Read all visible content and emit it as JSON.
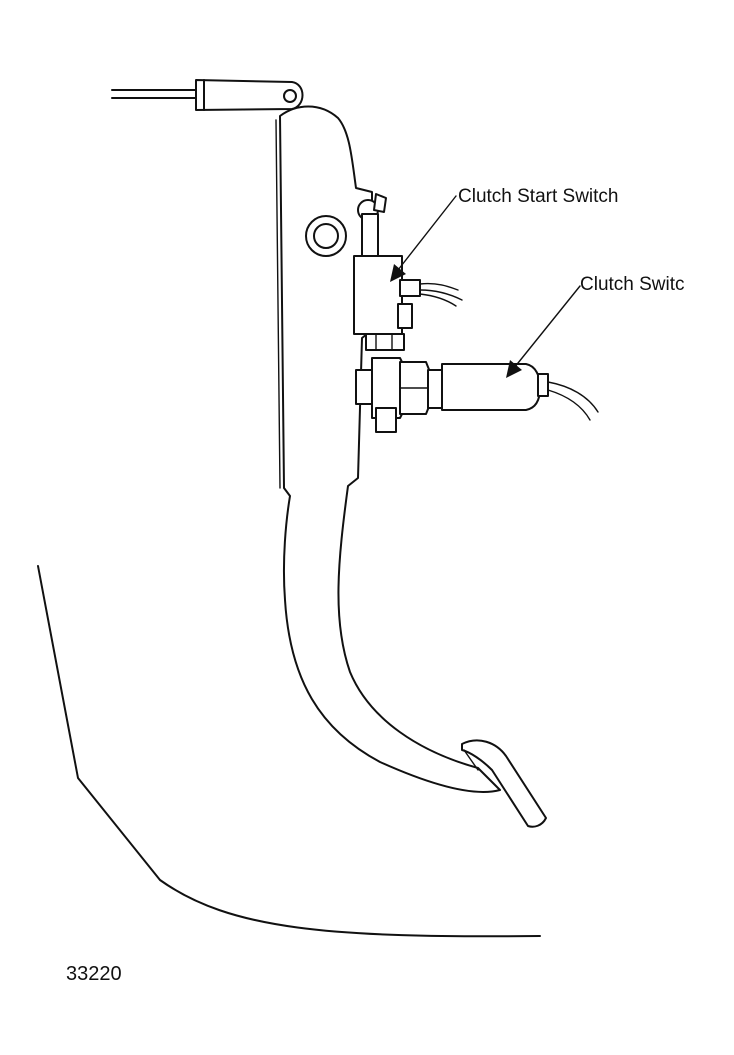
{
  "diagram": {
    "labels": {
      "clutch_start_switch": "Clutch Start Switch",
      "clutch_switch": "Clutch Switc"
    },
    "figure_number": "33220"
  }
}
